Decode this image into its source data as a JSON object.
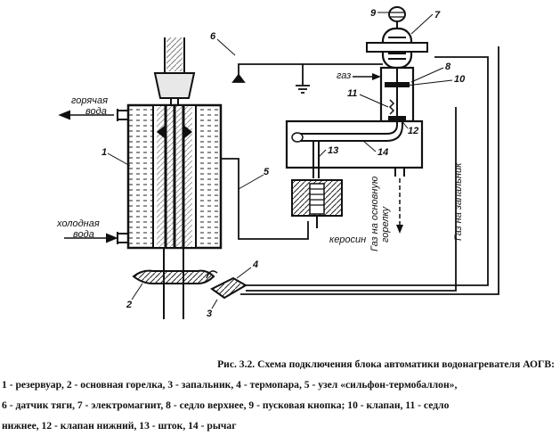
{
  "labels": {
    "hot_water_1": "горячая",
    "hot_water_2": "вода",
    "cold_water_1": "холодная",
    "cold_water_2": "вода",
    "gas": "газ",
    "kerosene": "керосин",
    "to_main_burner_1": "Газ на основную",
    "to_main_burner_2": "горелку",
    "to_pilot": "Газ на запальник"
  },
  "numbers": {
    "n1": "1",
    "n2": "2",
    "n3": "3",
    "n4": "4",
    "n5": "5",
    "n6": "6",
    "n7": "7",
    "n8": "8",
    "n9": "9",
    "n10": "10",
    "n11": "11",
    "n12": "12",
    "n13": "13",
    "n14": "14"
  },
  "caption": {
    "title": "Рис. 3.2. Схема подключения блока автоматики водонагревателя АОГВ:",
    "line1": "1 - резервуар, 2 - основная горелка, 3 - запальник, 4 - термопара, 5 - узел «сильфон-термобаллон»,",
    "line2": "6 - датчик тяги, 7 - электромагнит, 8 - седло верхнее, 9 - пусковая кнопка; 10 - клапан, 11 - седло",
    "line3": "нижнее, 12 - клапан нижний, 13 - шток, 14 - рычаг"
  }
}
